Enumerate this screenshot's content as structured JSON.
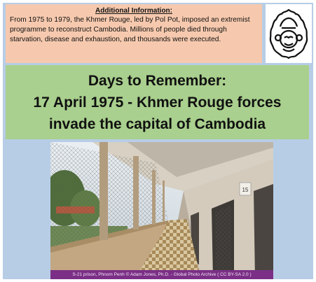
{
  "info": {
    "title": "Additional Information:",
    "body": "From 1975 to 1979, the Khmer Rouge, led by Pol Pot, imposed an extremist programme to reconstruct Cambodia. Millions of people died through starvation, disease and exhaustion, and thousands were executed."
  },
  "headline": {
    "line1": "Days to Remember:",
    "line2": "17 April 1975 - Khmer Rouge forces",
    "line3": "invade the capital of Cambodia"
  },
  "photo": {
    "caption": "S-21 prison, Phnom Penh © Adam Jones, Ph.D. - Global Photo Archive ( CC BY-SA 2.0 )",
    "door_sign": "15"
  },
  "colors": {
    "info_bg": "#f6c9ae",
    "headline_bg": "#a9d08e",
    "slide_bg": "#b7cde6",
    "caption_bg": "#7b2f86"
  }
}
